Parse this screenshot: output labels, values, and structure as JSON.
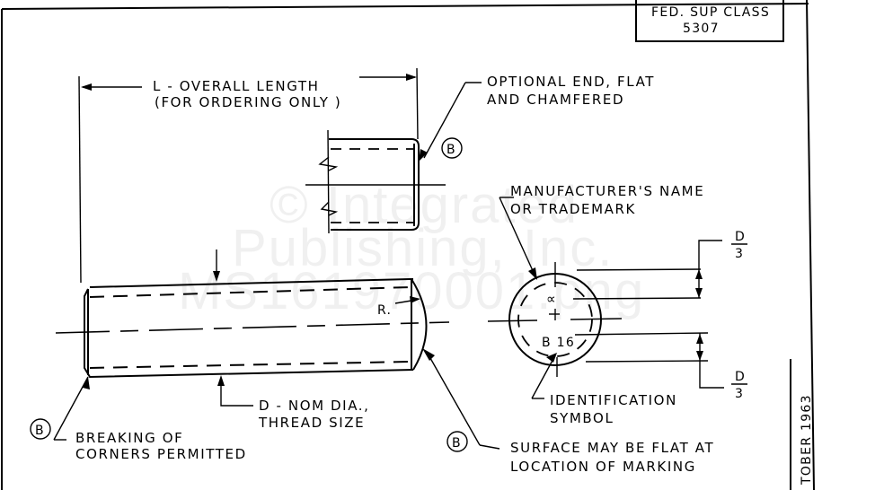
{
  "title_block": {
    "fsc_label": "FED. SUP CLASS",
    "fsc_value": "5307",
    "date_fragment": "TOBER 1963"
  },
  "watermark": {
    "line1": "© Integrated",
    "line2": "Publishing, Inc.",
    "line3": "MS161970001.png"
  },
  "dimensions": {
    "overall_length_line1": "L - OVERALL  LENGTH",
    "overall_length_line2": "(FOR  ORDERING  ONLY )",
    "nom_dia_line1": "D - NOM  DIA.,",
    "nom_dia_line2": "THREAD  SIZE",
    "radius": "R.",
    "fraction_numerator": "D",
    "fraction_denominator": "3"
  },
  "notes": {
    "optional_end_line1": "OPTIONAL  END,  FLAT",
    "optional_end_line2": "AND  CHAMFERED",
    "manufacturer_line1": "MANUFACTURER'S  NAME",
    "manufacturer_line2": "OR  TRADEMARK",
    "identification_line1": "IDENTIFICATION",
    "identification_line2": "SYMBOL",
    "breaking_line1": "BREAKING  OF",
    "breaking_line2": "CORNERS  PERMITTED",
    "surface_line1": "SURFACE  MAY  BE  FLAT  AT",
    "surface_line2": "LOCATION  OF  MARKING"
  },
  "callout_symbol": "B",
  "end_view": {
    "trademark_glyph": "∝",
    "id_marking": "B 16"
  }
}
